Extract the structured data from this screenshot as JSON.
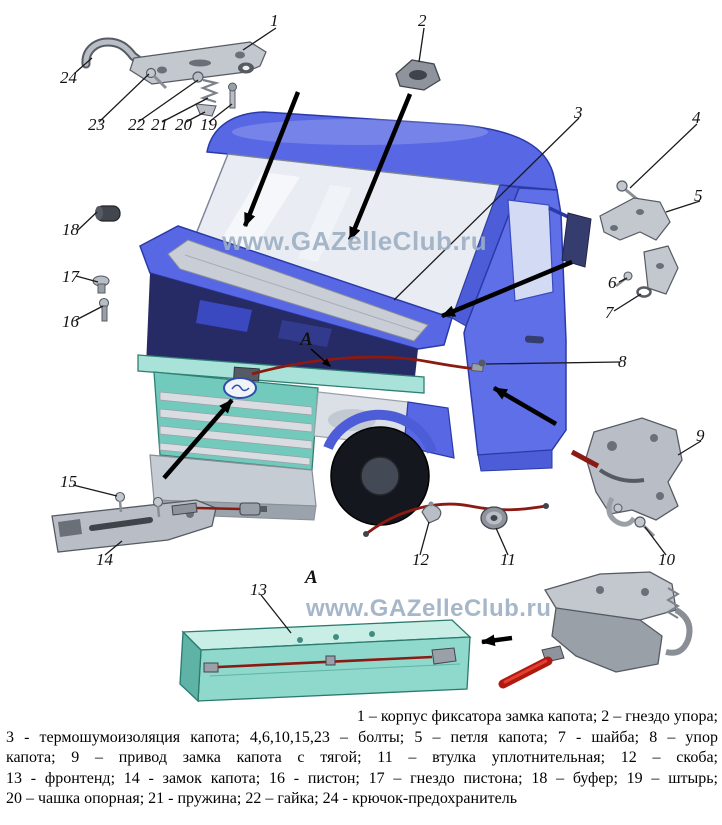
{
  "watermark": {
    "text": "www.GAZelleClub.ru",
    "color": "#9db0c4"
  },
  "view_marks": {
    "main": "А",
    "detail": "А"
  },
  "part_labels": {
    "n1": "1",
    "n2": "2",
    "n3": "3",
    "n4": "4",
    "n5": "5",
    "n6": "6",
    "n7": "7",
    "n8": "8",
    "n9": "9",
    "n10": "10",
    "n11": "11",
    "n12": "12",
    "n13": "13",
    "n14": "14",
    "n15": "15",
    "n16": "16",
    "n17": "17",
    "n18": "18",
    "n19": "19",
    "n20": "20",
    "n21": "21",
    "n22": "22",
    "n23": "23",
    "n24": "24"
  },
  "caption": {
    "lines": [
      "1 – корпус фиксатора замка капота; 2 – гнездо упора;",
      "3 - термошумоизоляция капота; 4,6,10,15,23 – болты; 5 – петля капота; 7 - шайба; 8 – упор",
      "капота; 9 – привод замка капота с тягой; 11 – втулка уплотнительная; 12 – скоба;",
      "13 - фронтенд; 14 - замок капота; 16 - пистон; 17 – гнездо пистона; 18 – буфер; 19 – штырь;",
      "20 – чашка опорная; 21 - пружина; 22 – гайка; 24 - крючок-предохранитель"
    ]
  },
  "colors": {
    "cab_blue": "#5868e4",
    "cab_blue_dark": "#4d5dd8",
    "front_panel_teal": "#8fd8cc",
    "grille_teal": "#72cabc",
    "cable_red": "#8b1a12",
    "detail_cable_red": "#c01810",
    "parts_gray": "#c3c7ce",
    "watermark_blue": "#9db0c4"
  }
}
